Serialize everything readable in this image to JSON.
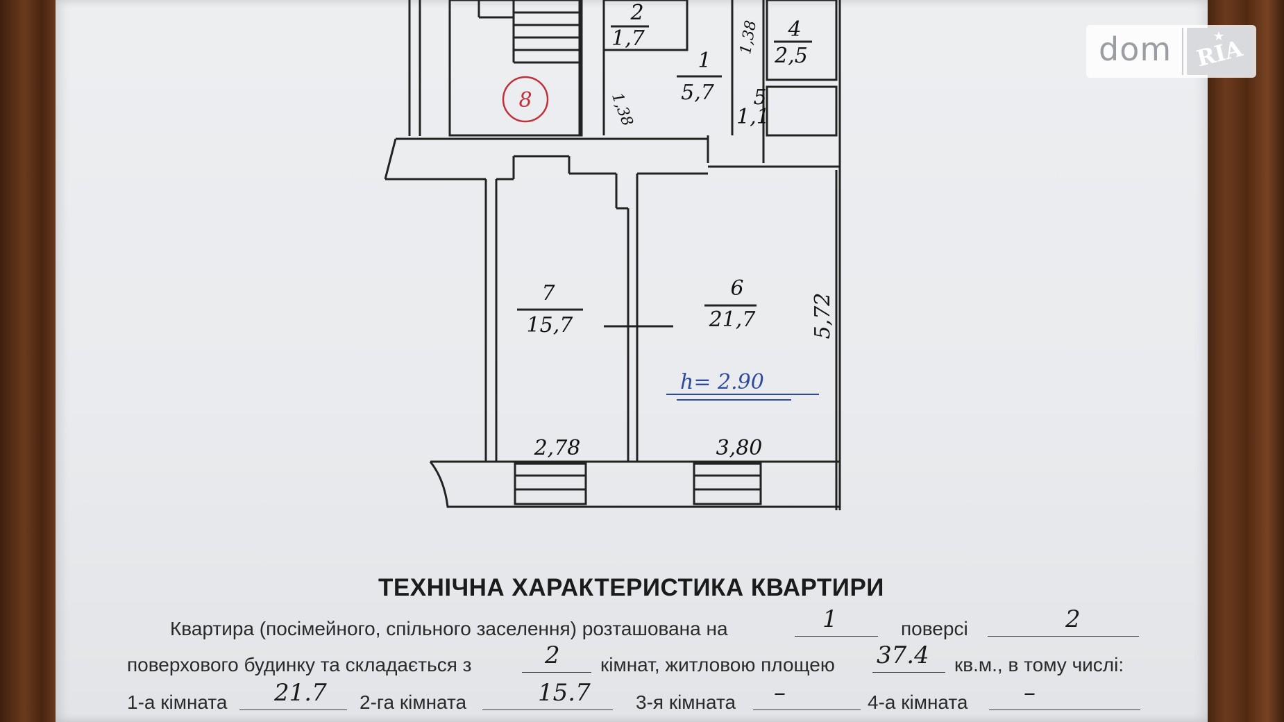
{
  "watermark": {
    "brand": "dom",
    "sub_brand": "RIA"
  },
  "floor_plan": {
    "rooms": [
      {
        "number": "1",
        "area": "5,7"
      },
      {
        "number": "2",
        "area": "1,7"
      },
      {
        "number": "4",
        "area": "2,5"
      },
      {
        "number": "5",
        "area": "1,1"
      },
      {
        "number": "6",
        "area": "21,7"
      },
      {
        "number": "7",
        "area": "15,7"
      }
    ],
    "apartment_marker": "8",
    "dimensions": {
      "width_room7": "2,78",
      "width_room6": "3,80",
      "depth_room6": "5,72",
      "top_a": "1,38",
      "top_b": "1,38"
    },
    "ceiling_height_note": "h= 2.90"
  },
  "section": {
    "title": "ТЕХНІЧНА ХАРАКТЕРИСТИКА КВАРТИРИ",
    "line1_a": "Квартира (посімейного, спільного заселення) розташована на",
    "floor_value": "1",
    "line1_b": "поверсі",
    "total_floors_value": "2",
    "line2_a": "поверхового будинку та складається з",
    "rooms_count_value": "2",
    "line2_b": "кімнат, житловою площею",
    "living_area_value": "37.4",
    "line2_c": "кв.м., в тому числі:",
    "room1_label": "1-а кімната",
    "room1_value": "21.7",
    "room2_label": "2-га кімната",
    "room2_value": "15.7",
    "room3_label": "3-я кімната",
    "room3_value": "–",
    "room4_label": "4-а кімната",
    "room4_value": "–"
  }
}
